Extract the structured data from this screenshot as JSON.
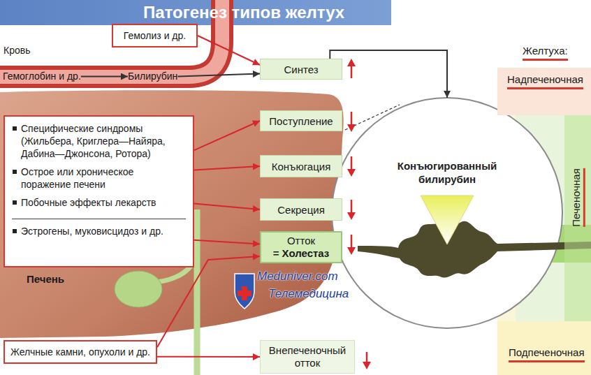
{
  "diagram": {
    "title": "Патогенез типов желтух",
    "nodes": [
      {
        "text": [
          "Гемолиз и др."
        ]
      },
      {
        "text": [
          "Гемоглобин и др."
        ]
      },
      {
        "text": [
          "Билирубин"
        ]
      },
      {
        "text": [
          "Синтез"
        ]
      },
      {
        "text": [
          "Специфические синдромы (Жильбера, Криглера—Найяра, Дабина—Джонсона, Ротора)",
          "Острое или хроническое поражение печени",
          "Побочные эффекты лекарств",
          "Эстрогены, муковисцидоз и др."
        ]
      },
      {
        "text": [
          "Поступление"
        ]
      },
      {
        "text": [
          "Конъюгация"
        ]
      },
      {
        "text": [
          "Секреция"
        ]
      },
      {
        "text": [
          "Отток",
          "= Холестаз"
        ]
      },
      {
        "text": [
          "Желчные камни, опухоли и др."
        ]
      },
      {
        "text": [
          "Внепеченочный отток"
        ]
      },
      {
        "text": [
          "Конъюгированный билирубин"
        ]
      },
      {
        "text": [
          "Надпеченочная"
        ]
      },
      {
        "text": [
          "Печеночная"
        ]
      },
      {
        "text": [
          "Подпеченочная"
        ]
      }
    ],
    "edges": [
      {
        "from": 1,
        "to": 2,
        "arrow": "to"
      },
      {
        "from": 0,
        "to": 3,
        "arrow": "to"
      },
      {
        "from": 2,
        "to": 3,
        "arrow": "to"
      },
      {
        "from": 3,
        "to": 11,
        "arrow": "to"
      },
      {
        "from": 4,
        "to": 5,
        "arrow": "to"
      },
      {
        "from": 4,
        "to": 6,
        "arrow": "to"
      },
      {
        "from": 4,
        "to": 7,
        "arrow": "to"
      },
      {
        "from": 4,
        "to": 8,
        "arrow": "to"
      },
      {
        "from": 9,
        "to": 8,
        "arrow": "to"
      },
      {
        "from": 9,
        "to": 10,
        "arrow": "to"
      }
    ],
    "labels": [
      "Кровь",
      "Печень",
      "Желтуха:",
      "Meduniver.com",
      "Телемедицина"
    ]
  }
}
